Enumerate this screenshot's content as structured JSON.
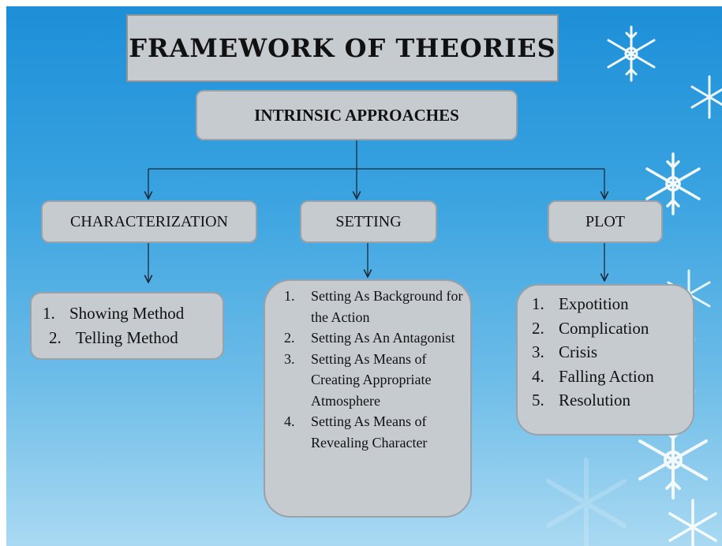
{
  "title": "FRAMEWORK OF THEORIES",
  "root": "INTRINSIC APPROACHES",
  "branches": [
    {
      "label": "CHARACTERIZATION",
      "items": [
        {
          "num": "1.",
          "text": "Showing Method"
        },
        {
          "num": "2.",
          "text": "Telling Method"
        }
      ]
    },
    {
      "label": "SETTING",
      "items": [
        {
          "num": "1.",
          "text": "Setting As Background for the Action"
        },
        {
          "num": "2.",
          "text": "Setting As An Antagonist"
        },
        {
          "num": "3.",
          "text": "Setting As Means of Creating Appropriate Atmosphere"
        },
        {
          "num": "4.",
          "text": "Setting As Means of Revealing Character"
        }
      ]
    },
    {
      "label": "PLOT",
      "items": [
        {
          "num": "1.",
          "text": "Expotition"
        },
        {
          "num": "2.",
          "text": "Complication"
        },
        {
          "num": "3.",
          "text": "Crisis"
        },
        {
          "num": "4.",
          "text": "Falling Action"
        },
        {
          "num": "5.",
          "text": "Resolution"
        }
      ]
    }
  ],
  "colors": {
    "background_top": "#1d8fd8",
    "background_bottom": "#a9d9f2",
    "box_fill": "#c6cbd0",
    "box_border": "#9aa1a8",
    "connector": "#1a2a3a"
  },
  "icons": [
    "snowflake-icon"
  ]
}
